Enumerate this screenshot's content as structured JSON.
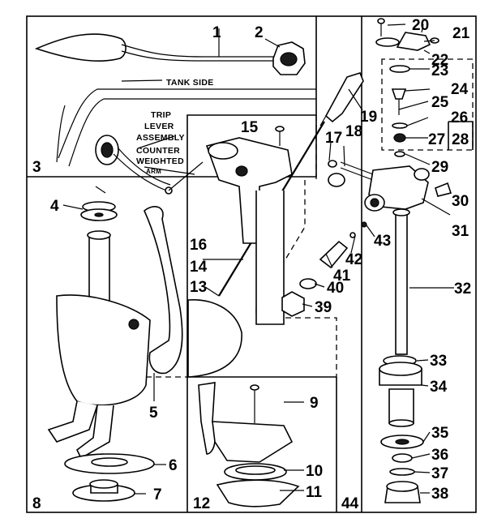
{
  "callouts": {
    "c1": "1",
    "c2": "2",
    "c3": "3",
    "c4": "4",
    "c5": "5",
    "c6": "6",
    "c7": "7",
    "c8": "8",
    "c9": "9",
    "c10": "10",
    "c11": "11",
    "c12": "12",
    "c13": "13",
    "c14": "14",
    "c15": "15",
    "c16": "16",
    "c17": "17",
    "c18": "18",
    "c19": "19",
    "c20": "20",
    "c21": "21",
    "c22": "22",
    "c23": "23",
    "c24": "24",
    "c25": "25",
    "c26": "26",
    "c27": "27",
    "c28": "28",
    "c29": "29",
    "c30": "30",
    "c31": "31",
    "c32": "32",
    "c33": "33",
    "c34": "34",
    "c35": "35",
    "c36": "36",
    "c37": "37",
    "c38": "38",
    "c39": "39",
    "c40": "40",
    "c41": "41",
    "c42": "42",
    "c43": "43",
    "c44": "44"
  },
  "captions": {
    "tank_side": "TANK SIDE",
    "trip_1": "TRIP",
    "trip_2": "LEVER",
    "trip_3": "ASSEMBLY",
    "cw_1": "COUNTER",
    "cw_2": "WEIGHTED",
    "cw_3": "ARM"
  }
}
